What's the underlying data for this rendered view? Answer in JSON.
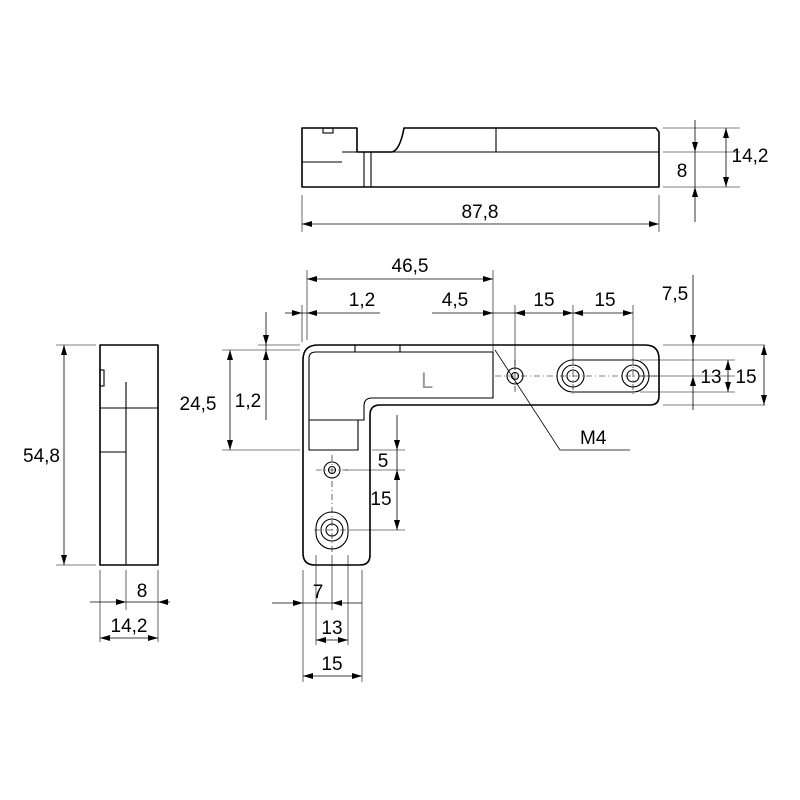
{
  "top_view": {
    "dimensions": {
      "total_length": "87,8",
      "height_step": "8",
      "height_total": "14,2"
    }
  },
  "side_view": {
    "dimensions": {
      "height": "54,8",
      "width_step": "8",
      "width_total": "14,2"
    }
  },
  "front_view": {
    "part_marking": "L",
    "dimensions": {
      "horizontal_length": "46,5",
      "wall_top": "1,2",
      "hole_offset_x": "4,5",
      "hole_pitch_1": "15",
      "hole_pitch_2": "15",
      "top_offset": "7,5",
      "slot_width": "13",
      "arm_width": "15",
      "vertical_length": "24,5",
      "wall_left": "1,2",
      "hole_offset_y": "5",
      "hole_pitch_vertical": "15",
      "hole_offset_left": "7",
      "slot_width_vertical": "13",
      "arm_width_vertical": "15"
    },
    "callouts": {
      "thread": "M4"
    }
  }
}
